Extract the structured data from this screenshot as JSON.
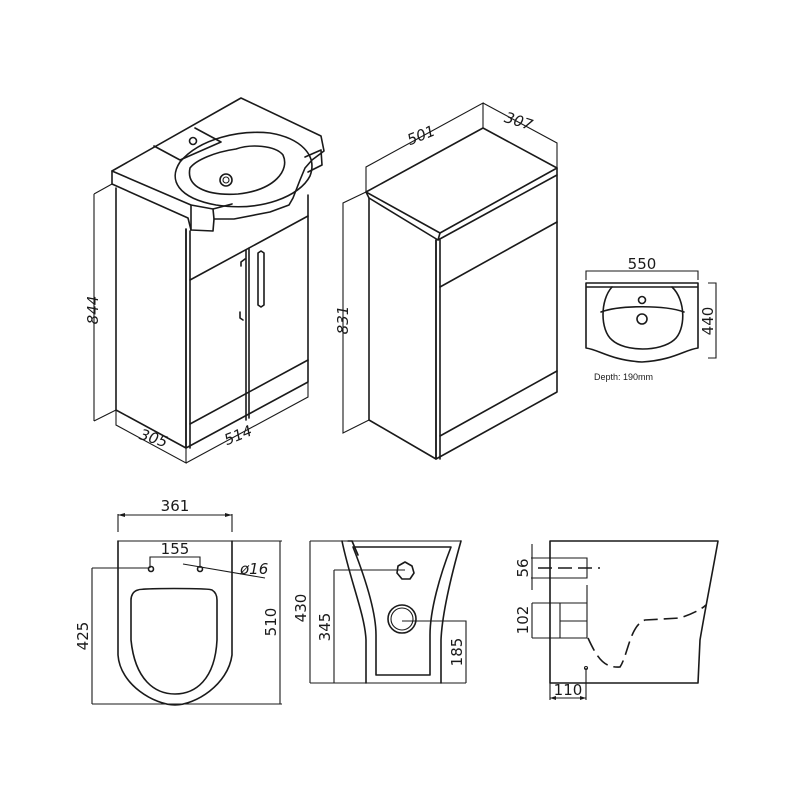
{
  "vanity_unit": {
    "height": "844",
    "depth": "305",
    "width": "514"
  },
  "wc_unit": {
    "width": "501",
    "depth": "307",
    "height": "831"
  },
  "basin_plan": {
    "width": "550",
    "length": "440",
    "note": "Depth: 190mm"
  },
  "toilet_plan": {
    "width": "361",
    "fixing_centres": "155",
    "fixing_hole": "ø16",
    "to_fixings": "425",
    "length": "510"
  },
  "toilet_rear": {
    "height": "430",
    "inlet_height": "345",
    "outlet_height": "185"
  },
  "toilet_side": {
    "inlet_dia": "56",
    "outlet_dia": "102",
    "outlet_offset": "110"
  }
}
